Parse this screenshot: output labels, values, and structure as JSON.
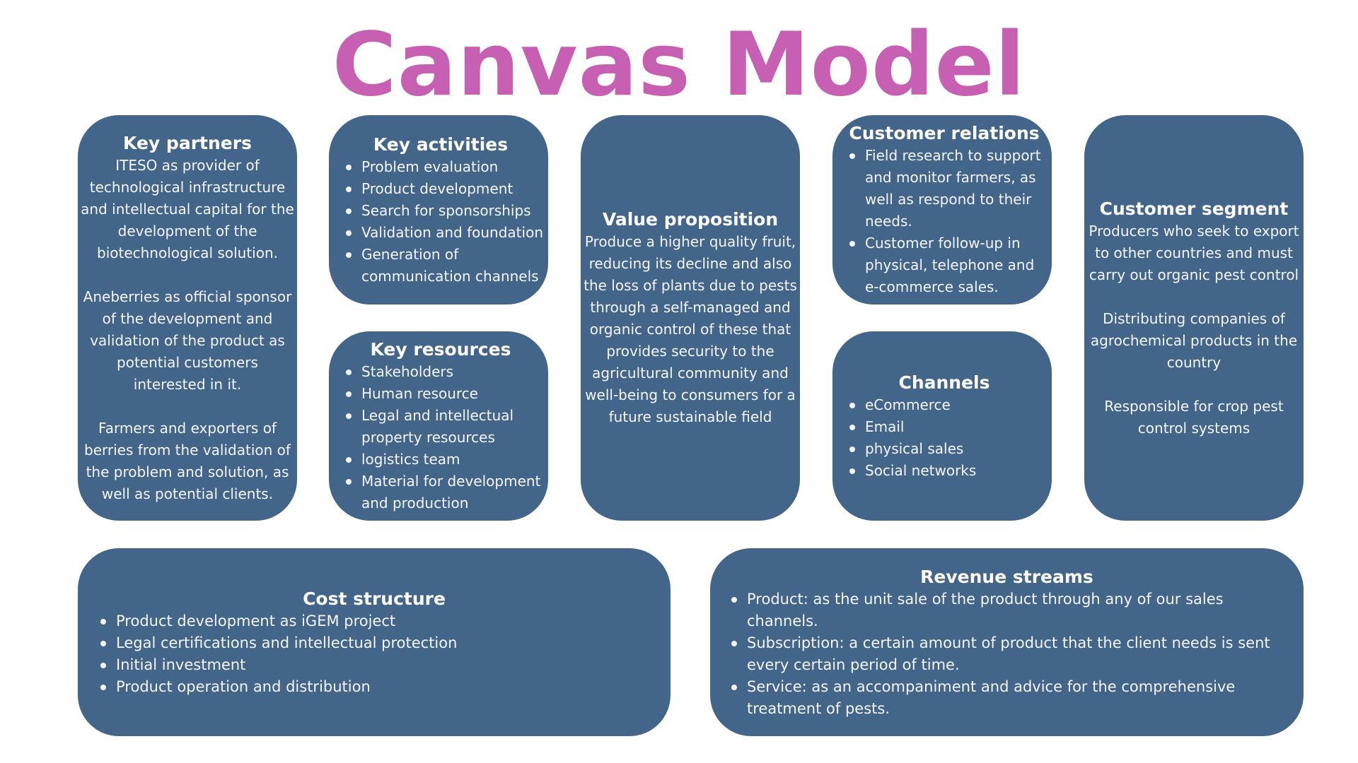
{
  "title": "Canvas Model",
  "colors": {
    "title": "#c75fb3",
    "card": "#436589",
    "text": "#f4f6f9",
    "background": "#ffffff"
  },
  "key_partners": {
    "heading": "Key partners",
    "paragraphs": [
      "ITESO as provider of technological infrastructure and intellectual capital for the development of the biotechnological solution.",
      "Aneberries as official sponsor of the development and validation of the product as potential customers interested in it.",
      "Farmers and exporters of berries from the validation of the problem and solution, as well as potential clients."
    ]
  },
  "key_activities": {
    "heading": "Key activities",
    "items": [
      "Problem evaluation",
      "Product development",
      "Search for sponsorships",
      "Validation and foundation",
      "Generation of communication channels"
    ]
  },
  "key_resources": {
    "heading": "Key resources",
    "items": [
      "Stakeholders",
      "Human resource",
      "Legal and intellectual property resources",
      "logistics team",
      "Material for development and production"
    ]
  },
  "value_proposition": {
    "heading": "Value proposition",
    "text": "Produce a higher quality fruit, reducing its decline and also the loss of plants due to pests through a self-managed and organic control of these that provides security to the agricultural community and well-being to consumers for a future sustainable field"
  },
  "customer_relations": {
    "heading": "Customer relations",
    "items": [
      "Field research to support and monitor farmers, as well as respond  to their needs.",
      "Customer follow-up in physical, telephone and e-commerce sales."
    ]
  },
  "channels": {
    "heading": "Channels",
    "items": [
      "eCommerce",
      "Email",
      "physical sales",
      "Social networks"
    ]
  },
  "customer_segment": {
    "heading": "Customer segment",
    "paragraphs": [
      "Producers who seek to export to other countries and must carry out organic pest control",
      "Distributing companies of agrochemical products in the country",
      "Responsible for crop pest control systems"
    ]
  },
  "cost_structure": {
    "heading": "Cost structure",
    "items": [
      "Product development as iGEM project",
      "Legal certifications and intellectual protection",
      "Initial investment",
      "Product operation and distribution"
    ]
  },
  "revenue_streams": {
    "heading": "Revenue streams",
    "items": [
      "Product: as the unit sale of the product through any of our sales channels.",
      "Subscription: a certain amount of product that the client needs is sent every certain period of time.",
      "Service: as an accompaniment and advice for the comprehensive treatment of pests."
    ]
  }
}
